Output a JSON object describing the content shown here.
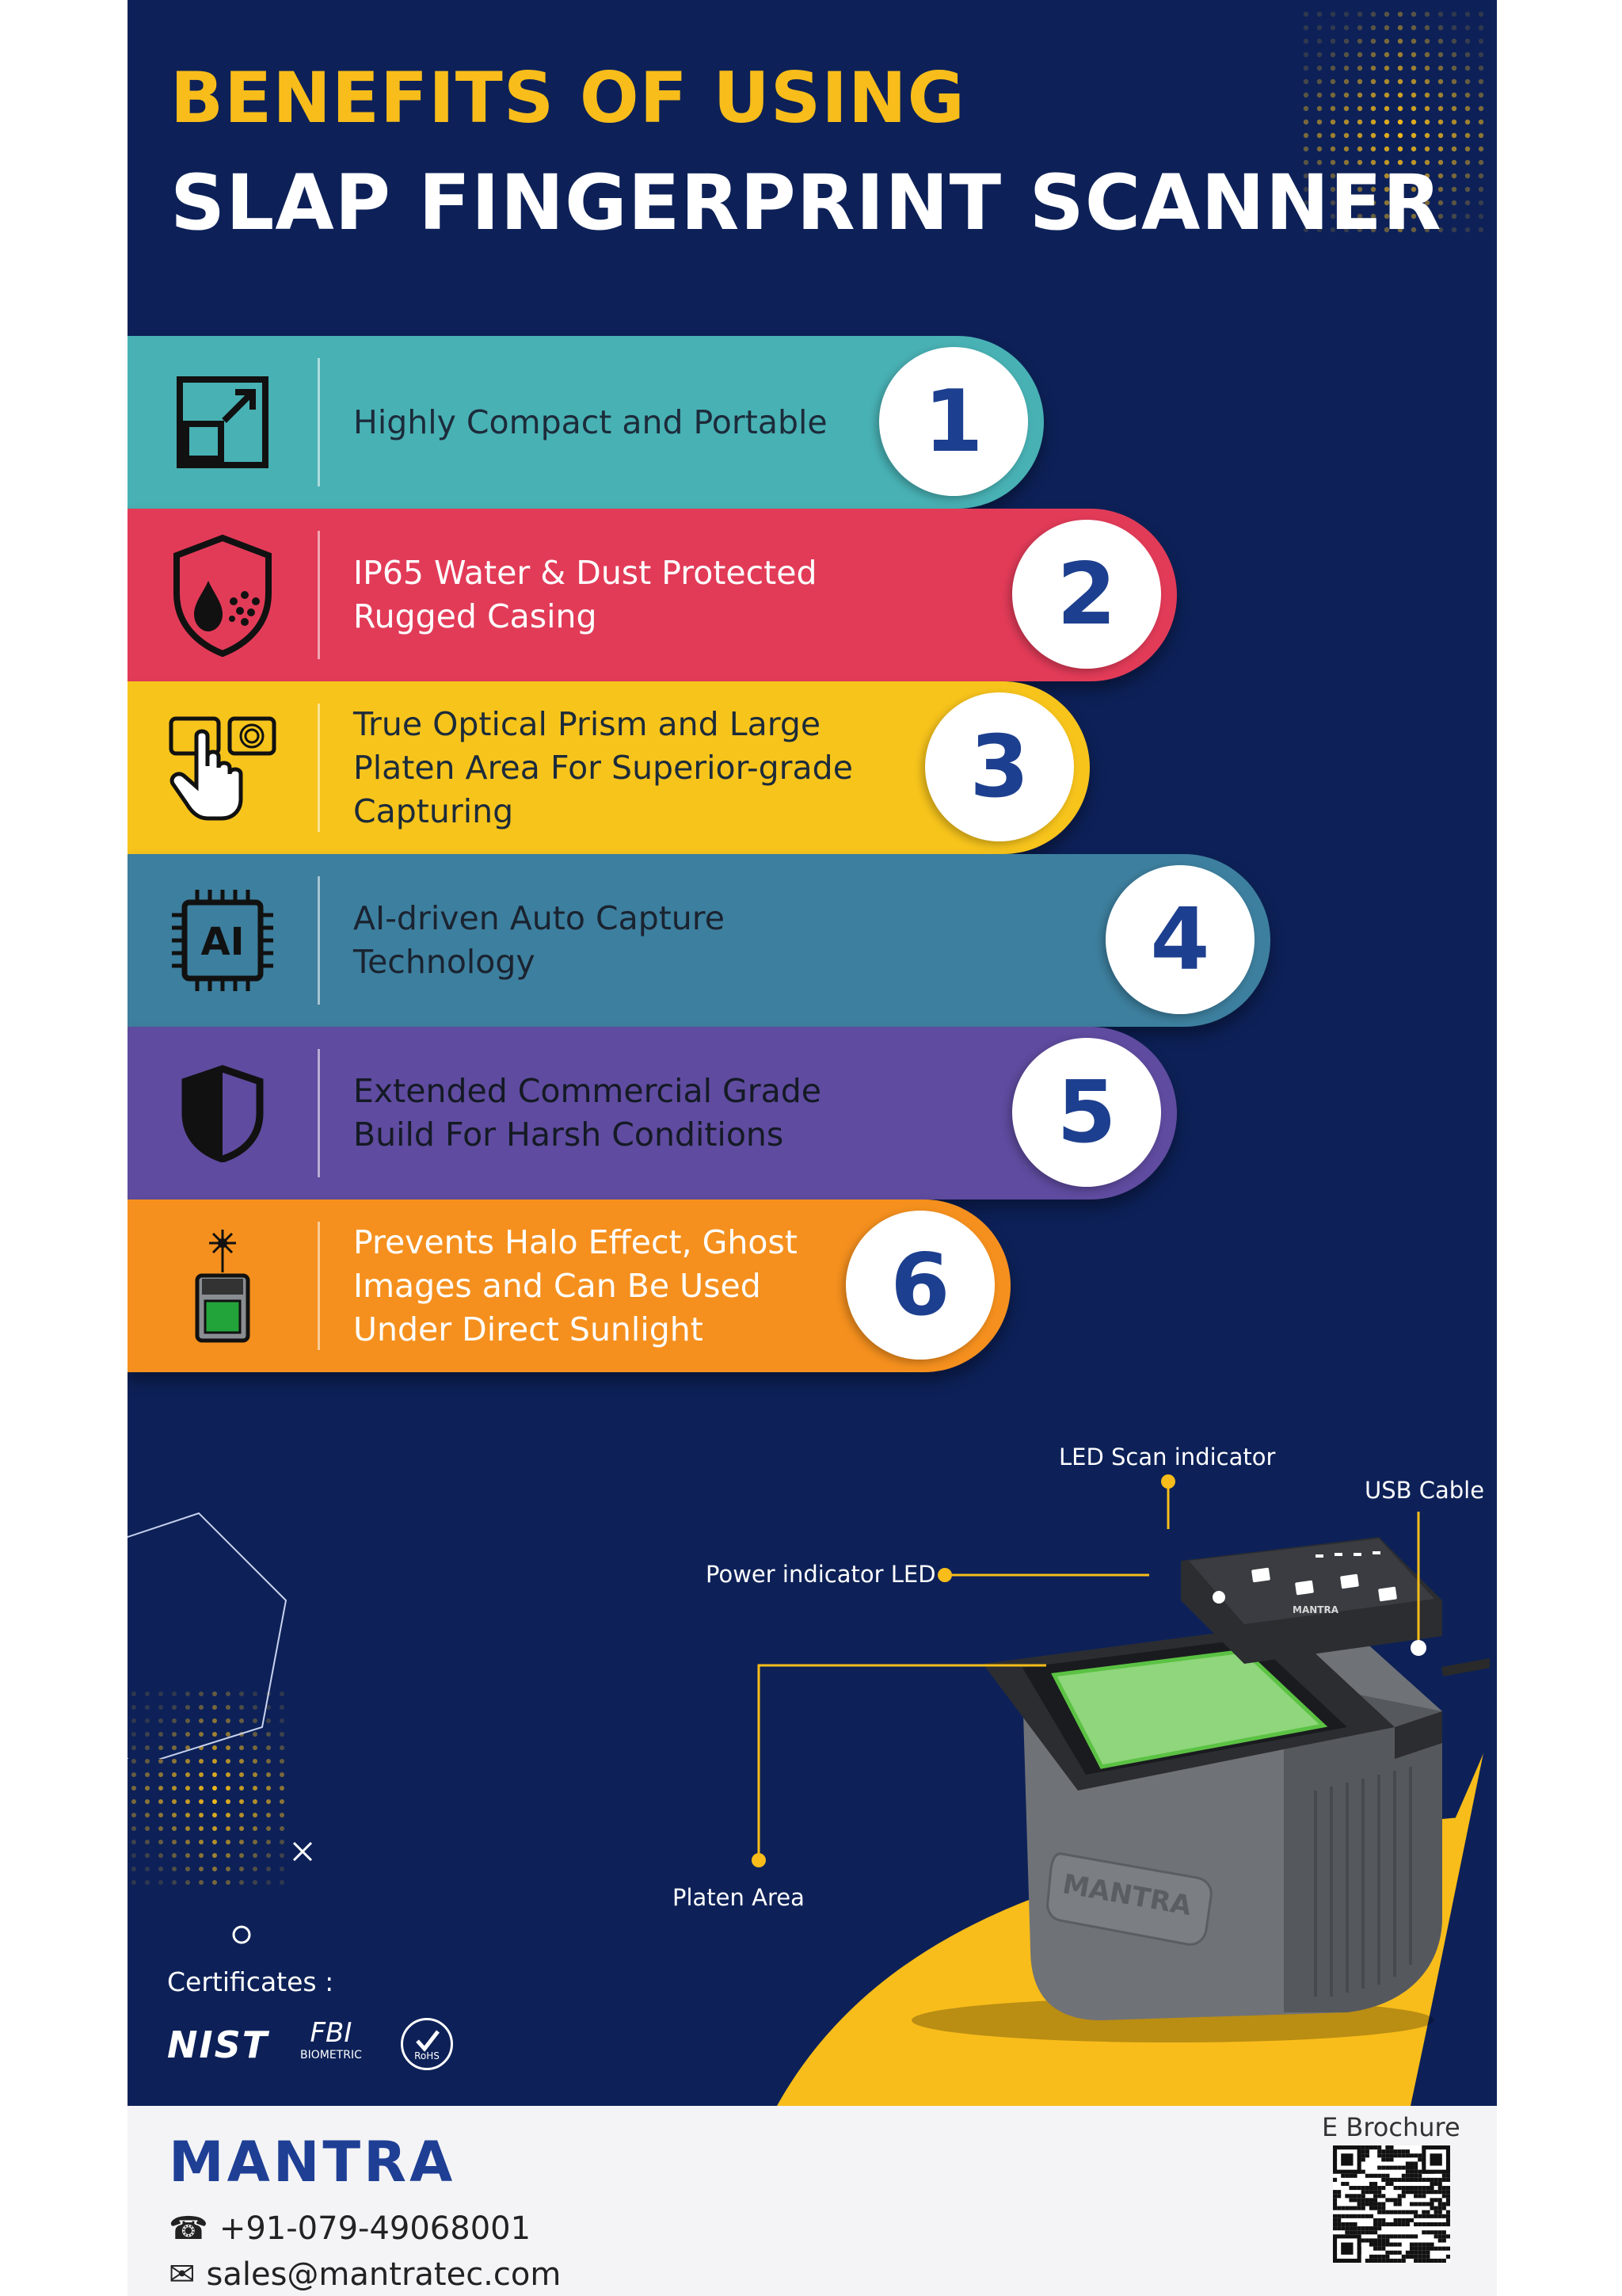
{
  "header": {
    "line1": "BENEFITS OF USING",
    "line2": "SLAP FINGERPRINT SCANNER"
  },
  "benefits": [
    {
      "number": "1",
      "text": "Highly Compact and Portable",
      "icon": "resize-icon",
      "color": "#48b1b4"
    },
    {
      "number": "2",
      "text": "IP65 Water & Dust Protected Rugged Casing",
      "icon": "water-dust-shield-icon",
      "color": "#e23b58"
    },
    {
      "number": "3",
      "text": "True Optical Prism and Large Platen Area For Superior-grade Capturing",
      "icon": "finger-touch-icon",
      "color": "#f7c41c"
    },
    {
      "number": "4",
      "text": "AI-driven Auto Capture Technology",
      "icon": "ai-chip-icon",
      "color": "#3d7f9e"
    },
    {
      "number": "5",
      "text": "Extended Commercial Grade Build For Harsh Conditions",
      "icon": "shield-icon",
      "color": "#5f4b9f"
    },
    {
      "number": "6",
      "text": "Prevents Halo Effect, Ghost Images and Can Be Used Under Direct Sunlight",
      "icon": "sun-scanner-icon",
      "color": "#f5901e"
    }
  ],
  "callouts": {
    "led_scan": "LED Scan indicator",
    "usb": "USB Cable",
    "power_led": "Power indicator LED",
    "platen": "Platen Area"
  },
  "device": {
    "brand_top": "MANTRA",
    "brand_side": "MANTRA",
    "platen_color": "#8fd67c",
    "body_color": "#707378"
  },
  "certificates": {
    "label": "Certificates :",
    "nist": "NIST",
    "fbi": "FBI",
    "fbi_sub": "BIOMETRIC",
    "rohs": "RoHS"
  },
  "footer": {
    "brand": "MANTRA",
    "phone": "+91-079-49068001",
    "email": "sales@mantratec.com",
    "ebrochure": "E Brochure"
  },
  "colors": {
    "navy": "#0d2158",
    "gold": "#f8bd1a",
    "number_blue": "#1d3f8f"
  }
}
